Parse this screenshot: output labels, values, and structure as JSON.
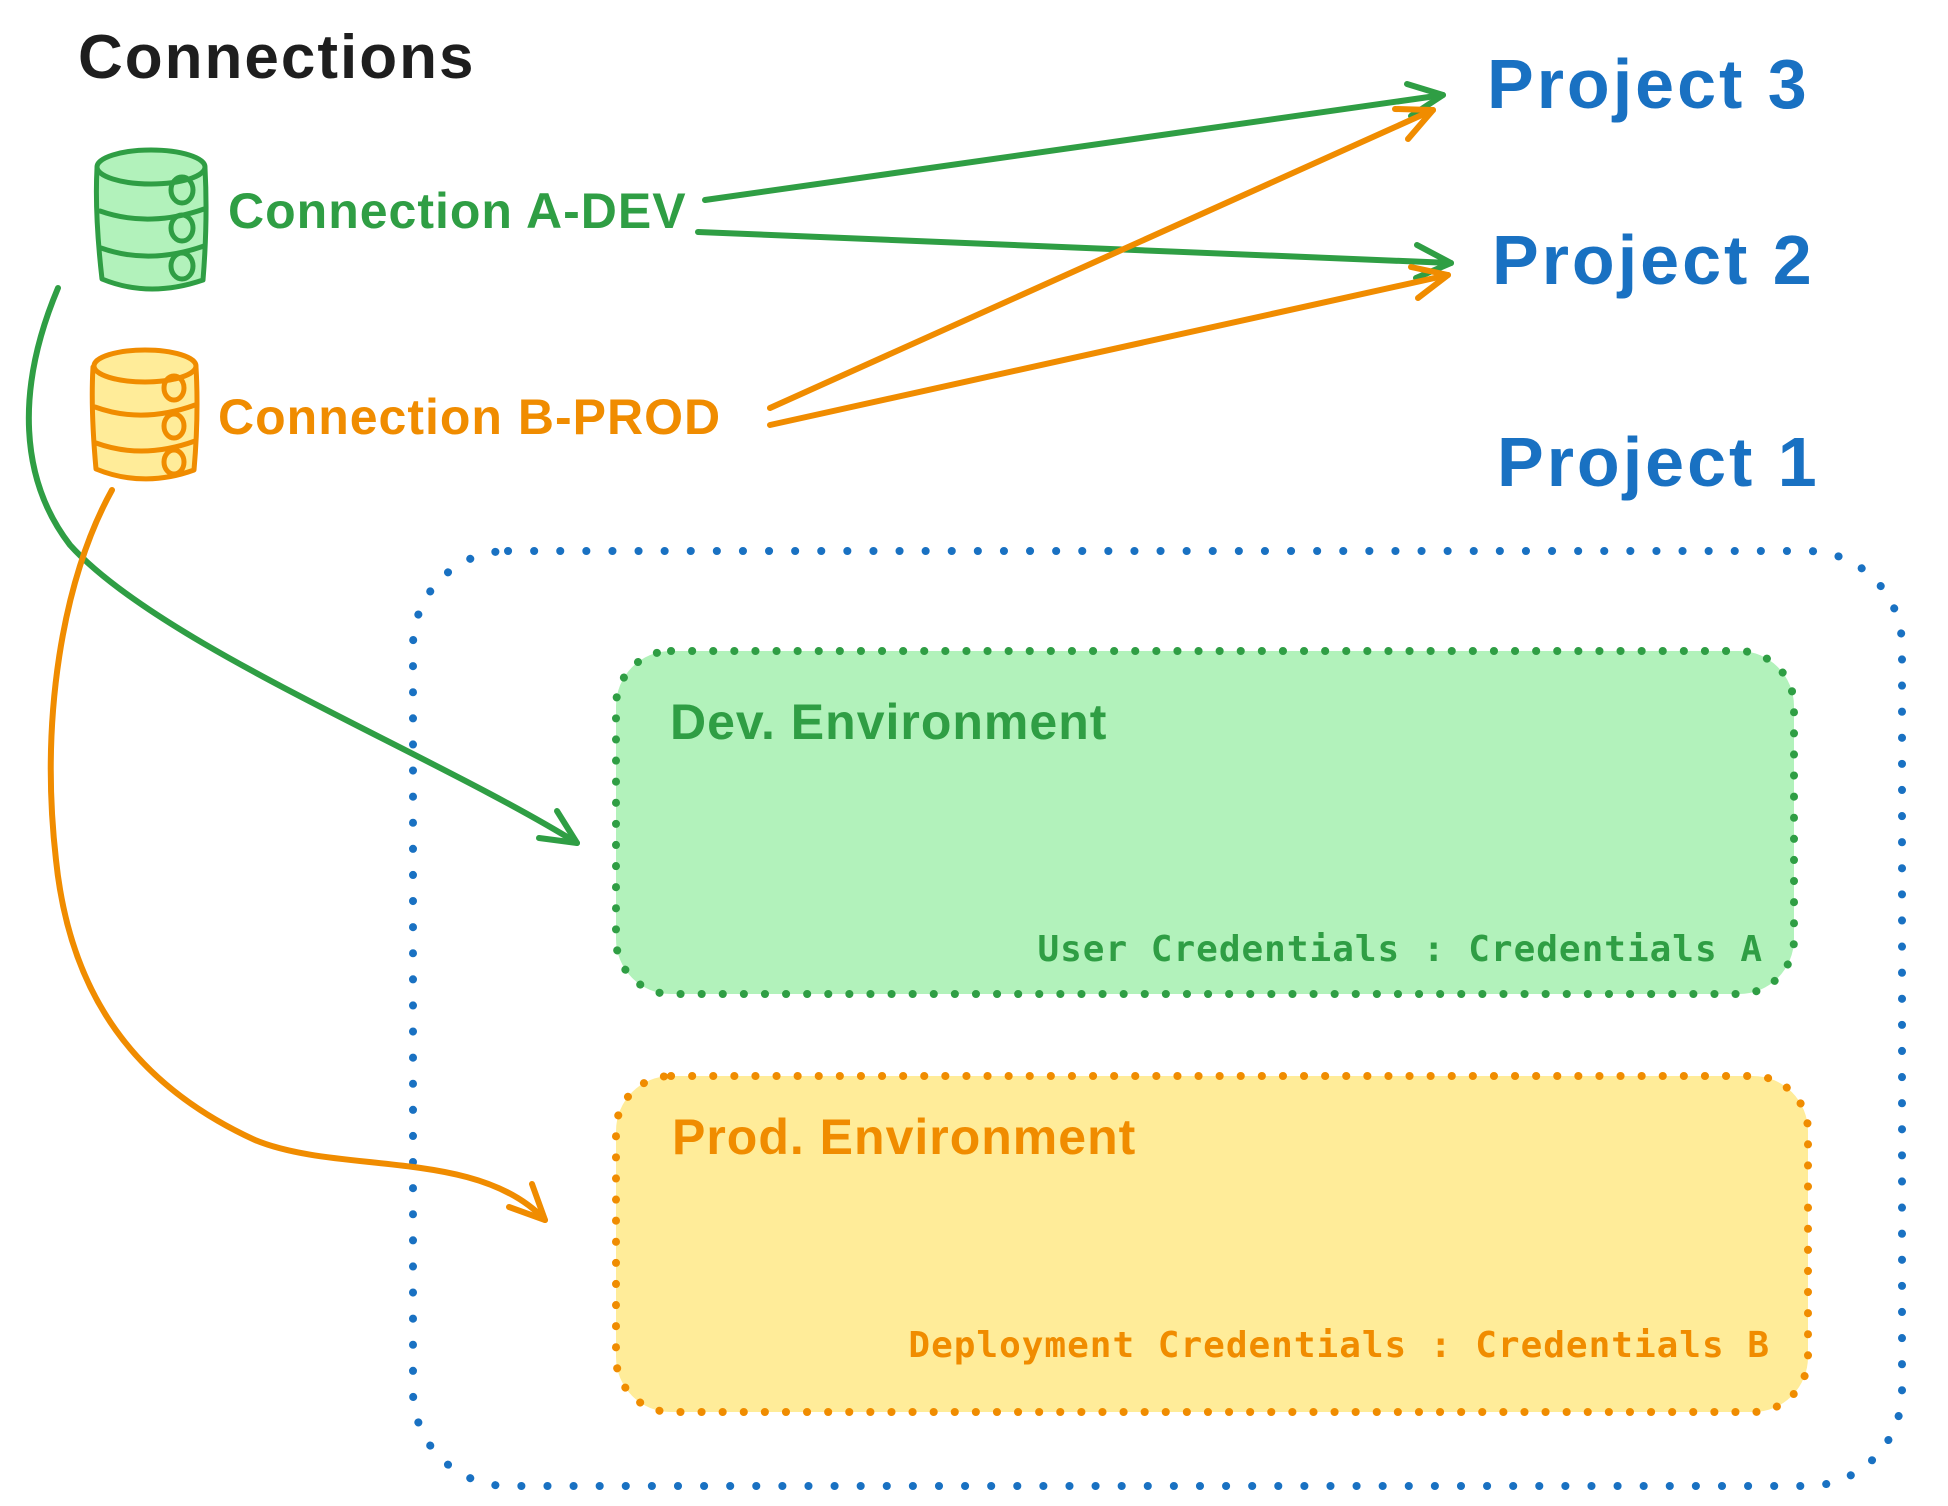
{
  "title": "Connections",
  "colors": {
    "title_black": "#1e1e1e",
    "project_blue": "#1971c2",
    "dev_green_stroke": "#2f9e44",
    "dev_green_fill": "#b2f2bb",
    "prod_orange_stroke": "#f08c00",
    "prod_orange_fill": "#ffec99",
    "background": "#ffffff"
  },
  "connections": [
    {
      "label": "Connection A-DEV",
      "color": "#2f9e44",
      "icon": "database-cylinder-icon"
    },
    {
      "label": "Connection B-PROD",
      "color": "#f08c00",
      "icon": "database-cylinder-icon"
    }
  ],
  "projects": [
    {
      "label": "Project 3"
    },
    {
      "label": "Project 2"
    },
    {
      "label": "Project 1"
    }
  ],
  "project1": {
    "environments": [
      {
        "name": "Dev. Environment",
        "credentials": "User Credentials : Credentials A",
        "stroke": "#2f9e44",
        "fill": "#b2f2bb"
      },
      {
        "name": "Prod. Environment",
        "credentials": "Deployment Credentials : Credentials B",
        "stroke": "#f08c00",
        "fill": "#ffec99"
      }
    ]
  },
  "edges": [
    {
      "from": "Connection A-DEV",
      "to": "Project 3",
      "color": "#2f9e44",
      "style": "straight-arrow"
    },
    {
      "from": "Connection A-DEV",
      "to": "Project 2",
      "color": "#2f9e44",
      "style": "straight-arrow"
    },
    {
      "from": "Connection B-PROD",
      "to": "Project 3",
      "color": "#f08c00",
      "style": "straight-arrow"
    },
    {
      "from": "Connection B-PROD",
      "to": "Project 2",
      "color": "#f08c00",
      "style": "straight-arrow"
    },
    {
      "from": "Connection A-DEV",
      "to": "Dev. Environment",
      "color": "#2f9e44",
      "style": "curved-arrow"
    },
    {
      "from": "Connection B-PROD",
      "to": "Prod. Environment",
      "color": "#f08c00",
      "style": "curved-arrow"
    }
  ]
}
